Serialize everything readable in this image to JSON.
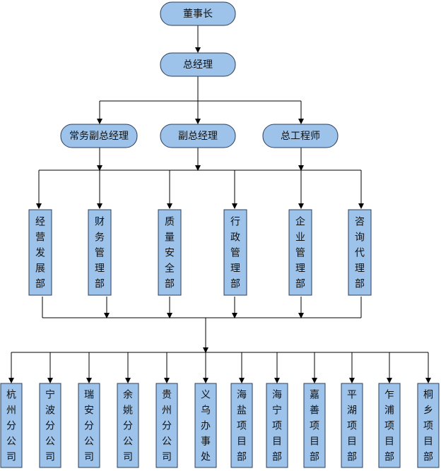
{
  "colors": {
    "node_fill": "#9dc3ea",
    "node_border": "#2b3d5a",
    "connector": "#000000"
  },
  "chairman": "董事长",
  "general_manager": "总经理",
  "vice_managers": [
    "常务副总经理",
    "副总经理",
    "总工程师"
  ],
  "departments": [
    "经营发展部",
    "财务管理部",
    "质量安全部",
    "行政管理部",
    "企业管理部",
    "咨询代理部"
  ],
  "branches": [
    "杭州分公司",
    "宁波分公司",
    "瑞安分公司",
    "余姚分公司",
    "贵州分公司",
    "义乌办事处",
    "海盐项目部",
    "海宁项目部",
    "嘉善项目部",
    "平湖项目部",
    "乍浦项目部",
    "桐乡项目部"
  ]
}
